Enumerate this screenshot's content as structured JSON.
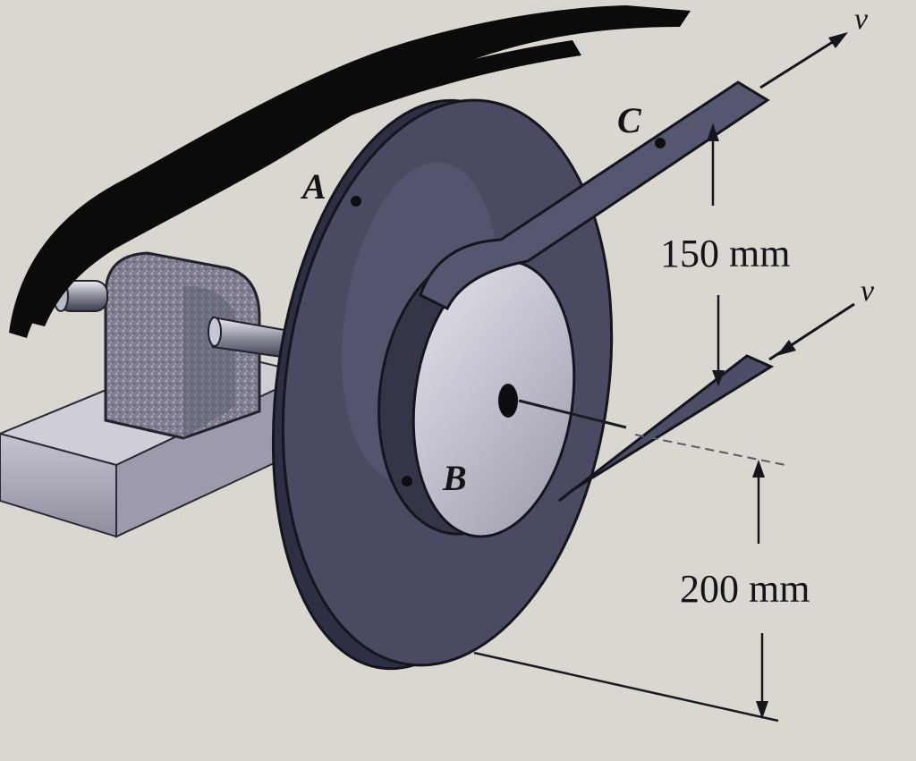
{
  "figure": {
    "points": {
      "a": "A",
      "b": "B",
      "c": "C"
    },
    "velocity_labels": [
      "v",
      "v"
    ],
    "dimensions": {
      "inner_radius": "150 mm",
      "outer_radius": "200 mm"
    }
  },
  "colors": {
    "paper": "#d9d7cf",
    "disk_face": "#4a4b63",
    "hub_face": "#b9b8c6",
    "ink": "#141418",
    "redaction": "#0b0b0b"
  }
}
